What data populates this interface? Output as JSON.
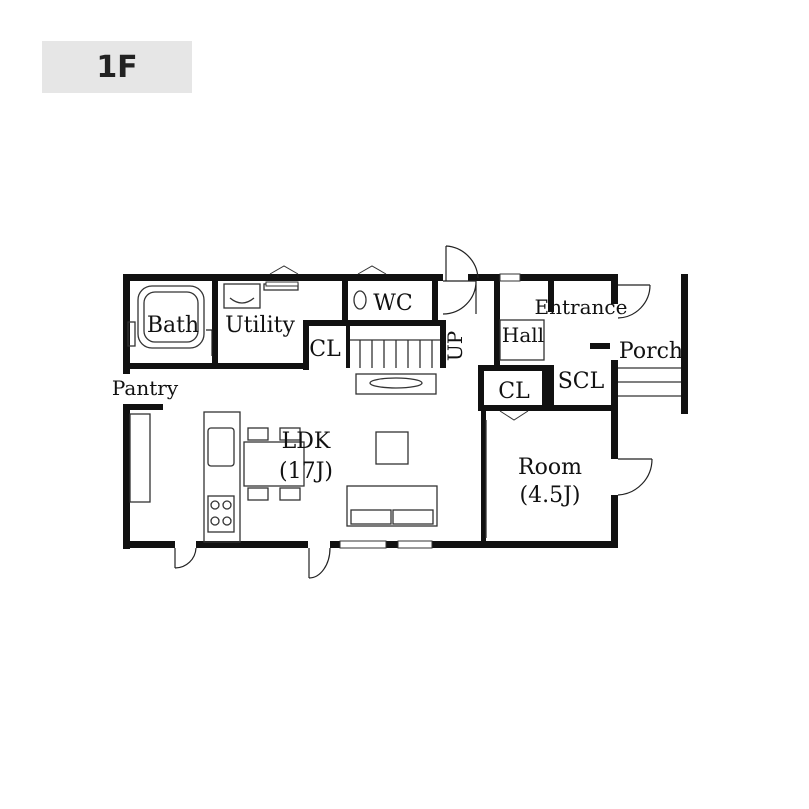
{
  "floor_label": "1F",
  "rooms": {
    "bath": "Bath",
    "utility": "Utility",
    "wc": "WC",
    "cl_stair": "CL",
    "up": "UP",
    "hall": "Hall",
    "entrance": "Entrance",
    "porch": "Porch",
    "pantry": "Pantry",
    "ldk": "LDK",
    "ldk_size": "(17J)",
    "cl_hall": "CL",
    "scl": "SCL",
    "room": "Room",
    "room_size": "(4.5J)"
  },
  "colors": {
    "wall": "#111111",
    "badge": "#e6e6e6",
    "fixture": "#333333"
  }
}
